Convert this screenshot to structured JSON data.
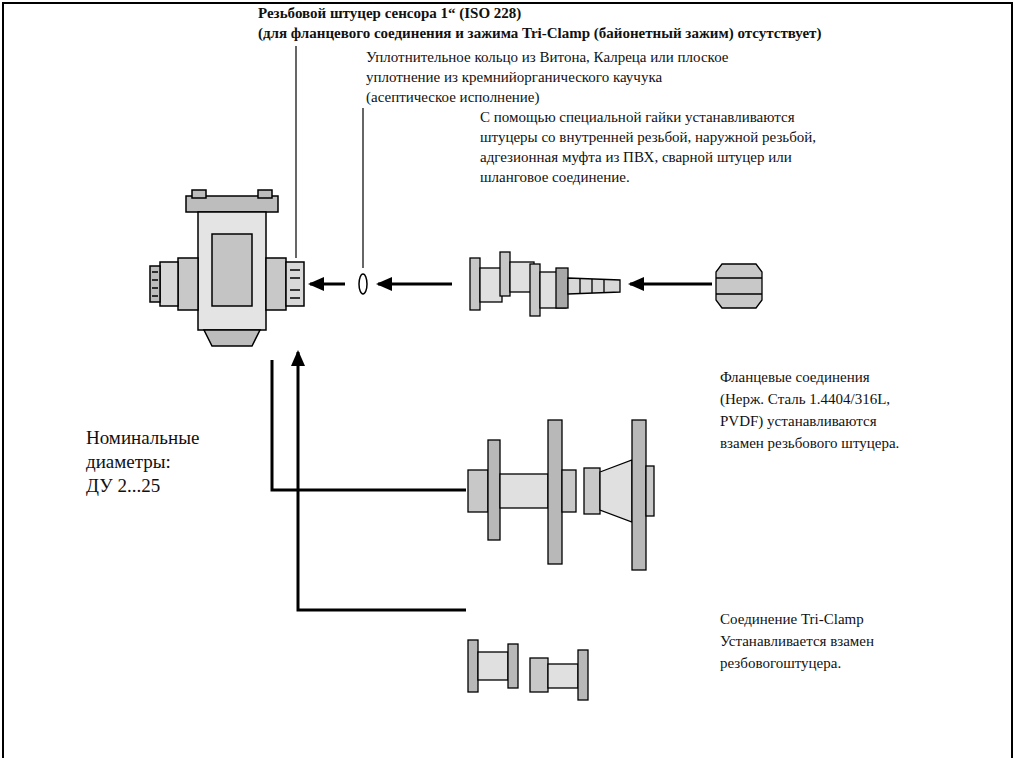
{
  "diagram": {
    "labels": [
      "Резьбовой штуцер сенсора 1“ (ISO 228)",
      "(для фланцевого соединения и зажима Tri-Clamp (байонетный зажим) отсутствует)",
      "Уплотнительное кольцо из Витона, Калреца или плоское",
      "уплотнение из кремнийорганического каучука",
      "(асептическое исполнение)",
      "С помощью специальной гайки устанавливаются",
      "штуцеры со внутренней резьбой, наружной резьбой,",
      "адгезионная муфта из ПВХ, сварной штуцер или",
      "шланговое соединение.",
      "Номинальные",
      "диаметры:",
      "ДУ 2...25",
      "Фланцевые соединения",
      "(Нерж. Сталь 1.4404/316L,",
      "PVDF) устанавливаются",
      "взамен резьбового штуцера.",
      "Соединение Tri-Clamp",
      "Устанавливается взамен",
      "резбовогоштуцера."
    ]
  }
}
